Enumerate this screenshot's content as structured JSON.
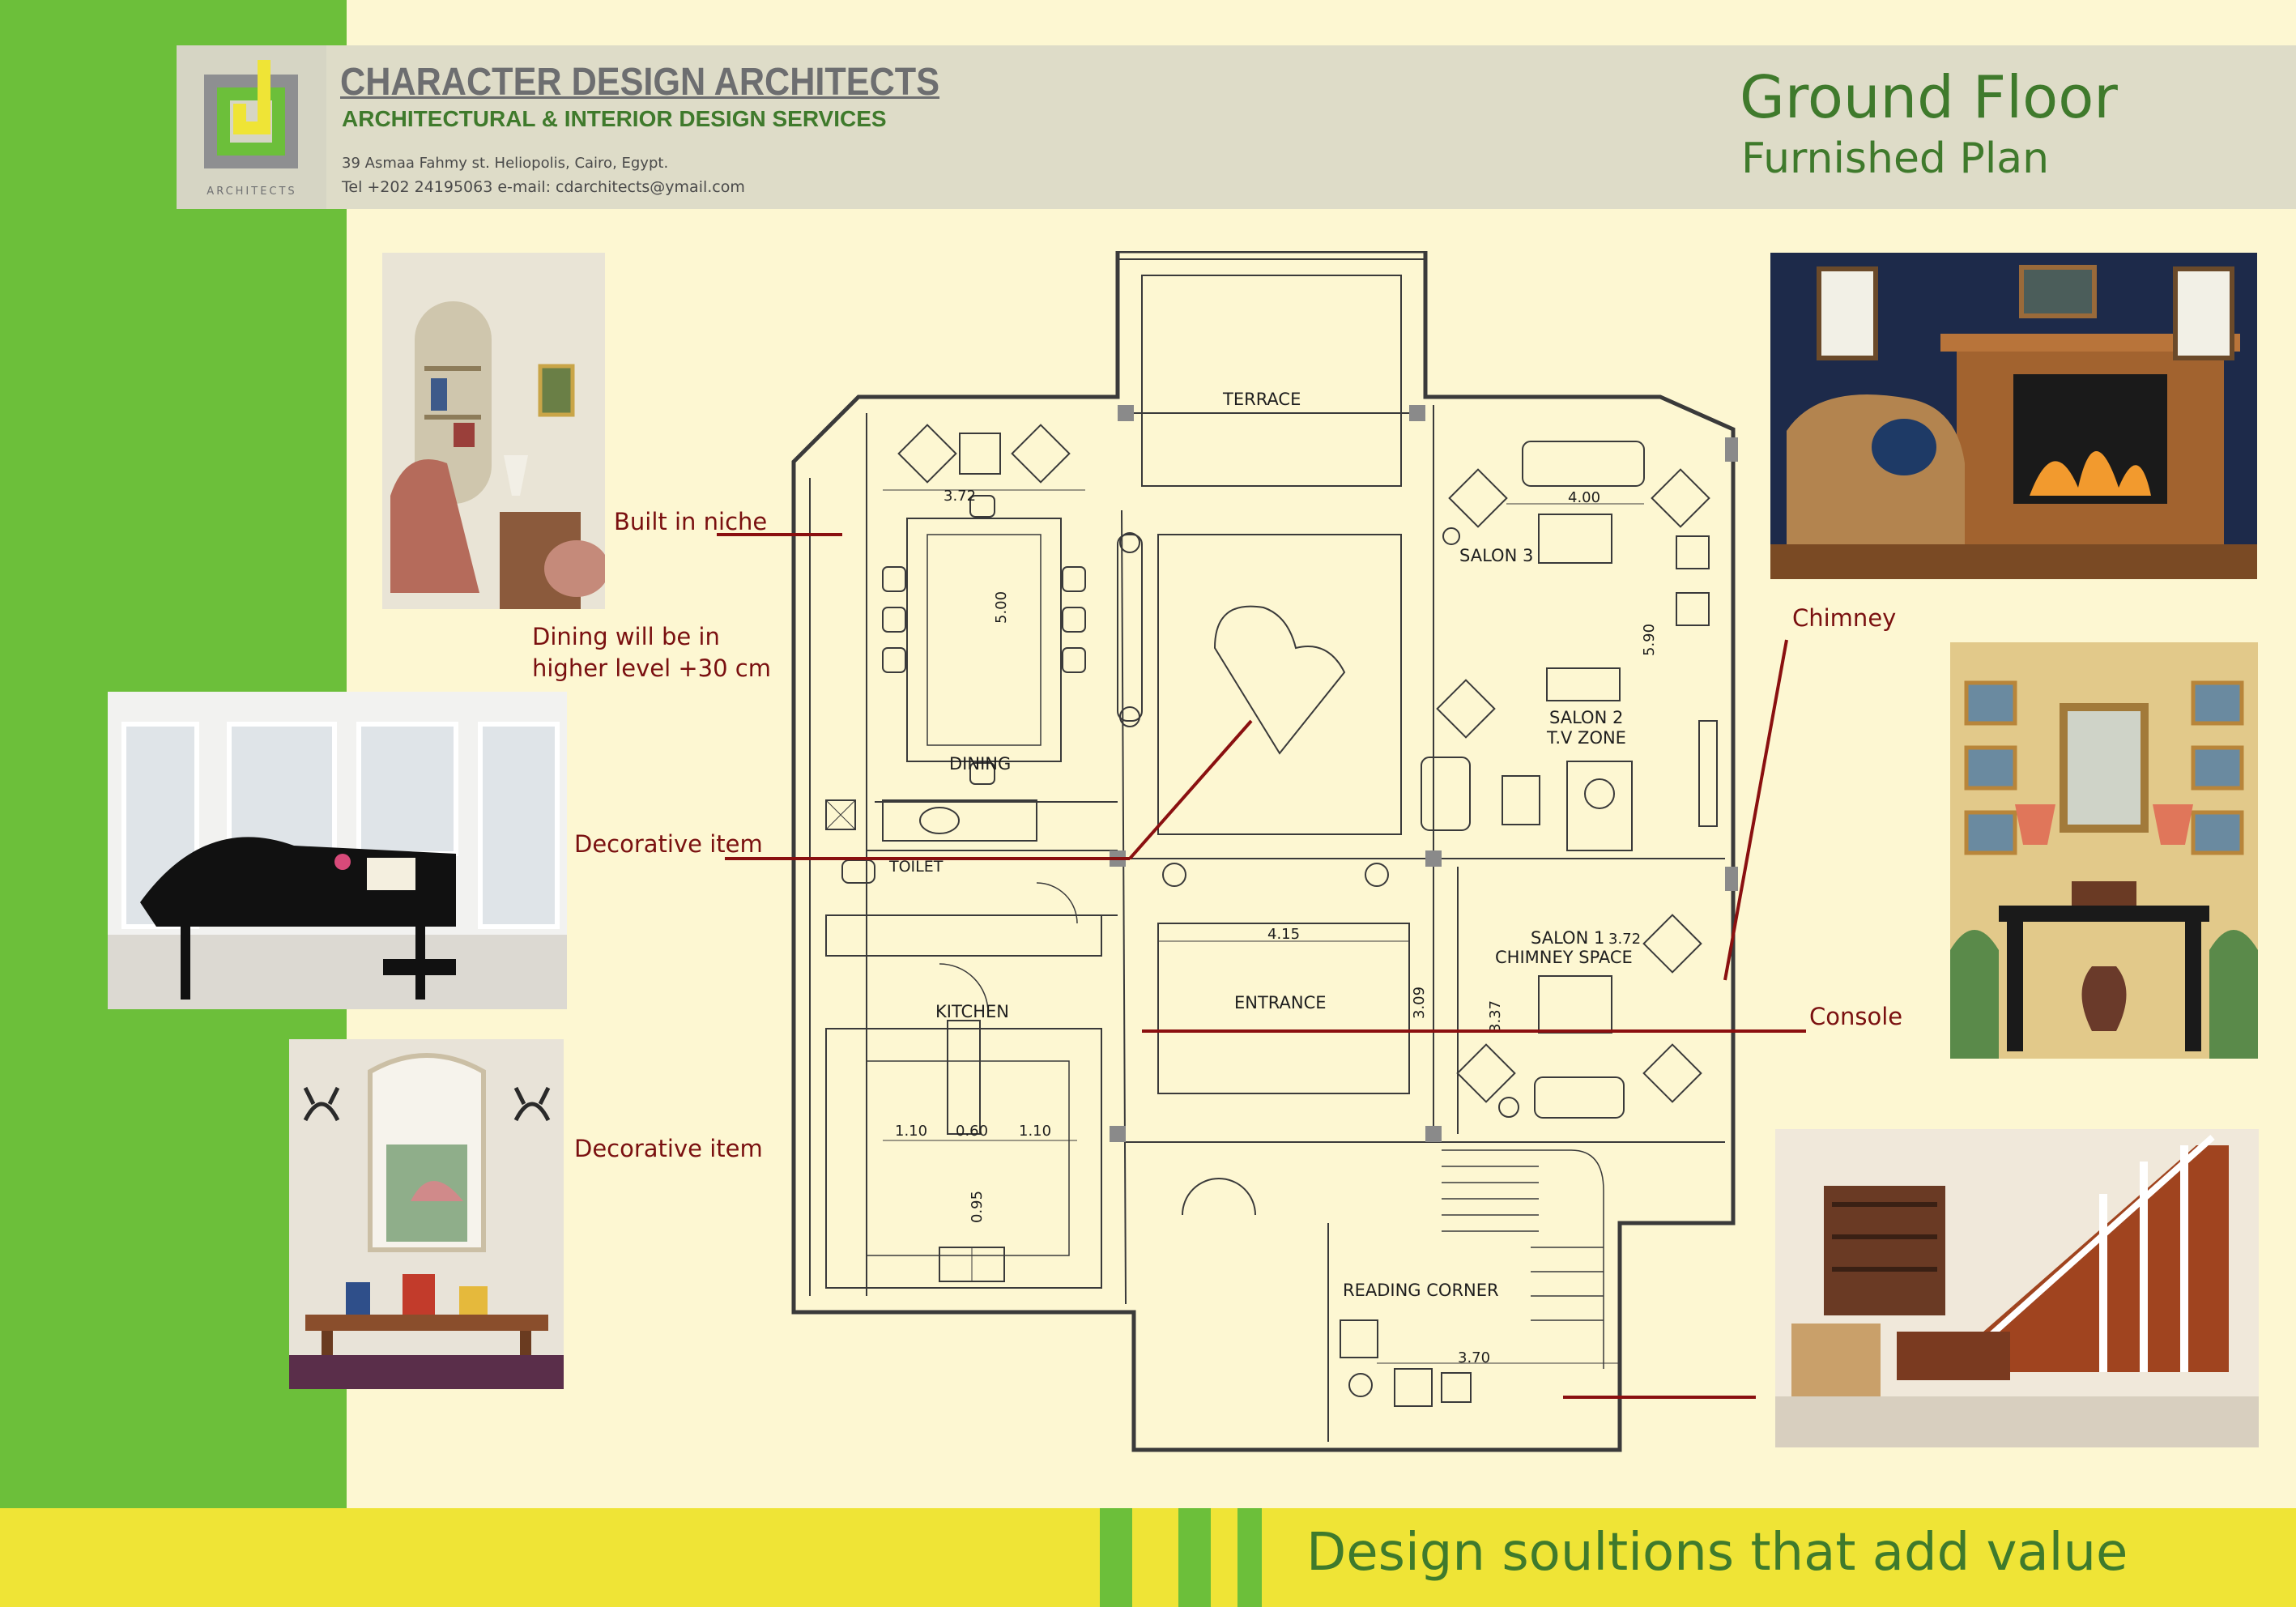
{
  "company": {
    "name": "CHARACTER DESIGN ARCHITECTS",
    "subtitle": "ARCHITECTURAL & INTERIOR DESIGN SERVICES",
    "address": "39 Asmaa Fahmy st. Heliopolis, Cairo, Egypt.",
    "contact": "Tel +202 24195063 e-mail: cdarchitects@ymail.com",
    "logo_text": "ARCHITECTS"
  },
  "plan": {
    "title": "Ground Floor",
    "subtitle": "Furnished Plan"
  },
  "callouts": {
    "built_in_niche": "Built in niche",
    "dining_level_1": "Dining will be in",
    "dining_level_2": "higher level +30 cm",
    "decorative_item_1": "Decorative item",
    "decorative_item_2": "Decorative item",
    "chimney": "Chimney",
    "console": "Console"
  },
  "rooms": {
    "terrace": "TERRACE",
    "salon3": "SALON 3",
    "salon2_line1": "SALON 2",
    "salon2_line2": "T.V ZONE",
    "dining": "DINING",
    "toilet": "TOILET",
    "salon1_line1": "SALON 1",
    "salon1_line2": "CHIMNEY SPACE",
    "kitchen": "KITCHEN",
    "entrance": "ENTRANCE",
    "reading_corner": "READING CORNER"
  },
  "dimensions": {
    "dining_width": "3.72",
    "dining_length": "5.00",
    "salon3_width": "4.00",
    "salon_length": "5.90",
    "entrance_width": "4.15",
    "salon1_width": "3.72",
    "entrance_depth": "3.09",
    "salon1_depth": "3.37",
    "kitchen_a": "1.10",
    "kitchen_b": "0.60",
    "kitchen_c": "1.10",
    "kitchen_depth": "0.95",
    "reading_width": "3.70"
  },
  "tagline": "Design soultions that add value",
  "colors": {
    "green": "#6cbf3a",
    "dark_green": "#3f7a2c",
    "yellow": "#efe436",
    "cream": "#fdf7d2",
    "callout_red": "#7a1010",
    "plan_line": "#3a3a3a"
  },
  "icons": [
    "logo-cd-icon",
    "grand-piano-icon",
    "armchair-icon",
    "sofa-icon",
    "dining-table-icon",
    "sink-icon",
    "toilet-icon",
    "staircase-icon"
  ]
}
